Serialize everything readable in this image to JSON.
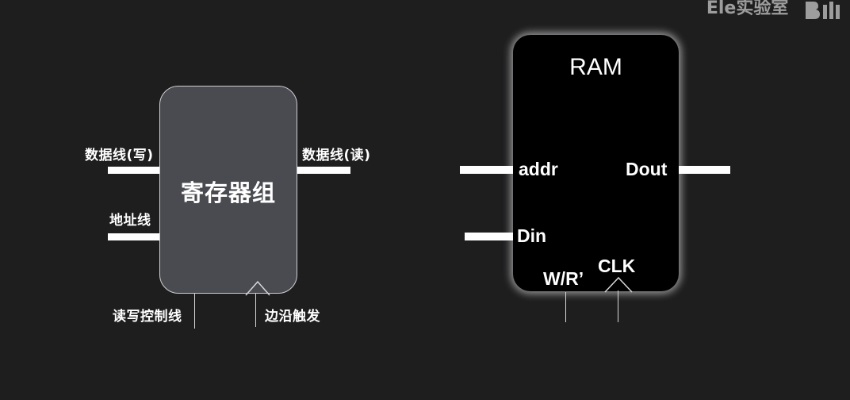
{
  "watermark": {
    "text": "Ele实验室"
  },
  "register_file": {
    "title": "寄存器组",
    "labels": {
      "data_write": "数据线(写)",
      "data_read": "数据线(读)",
      "address": "地址线",
      "rw_control": "读写控制线",
      "edge_trigger": "边沿触发"
    }
  },
  "ram": {
    "title": "RAM",
    "ports": {
      "addr": "addr",
      "dout": "Dout",
      "din": "Din",
      "wr": "W/R’",
      "clk": "CLK"
    }
  },
  "colors": {
    "background": "#1e1e1f",
    "register_fill": "#4a4b51",
    "ram_fill": "#000000",
    "wire": "#ffffff"
  }
}
